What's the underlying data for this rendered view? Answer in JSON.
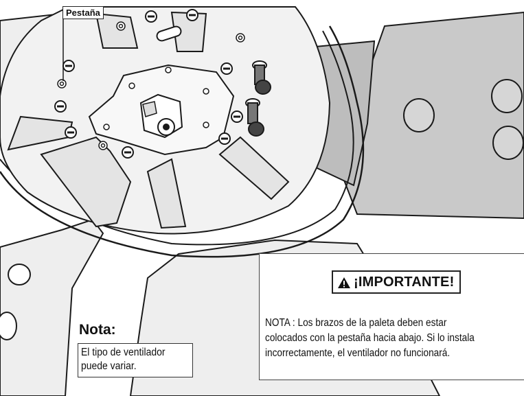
{
  "callout": {
    "label": "Pestaña"
  },
  "notice": {
    "heading": "¡IMPORTANTE!",
    "icon": "warning-icon",
    "lines": [
      "NOTA : Los brazos de la paleta deben estar",
      "colocados con la pestaña hacia abajo. Si lo instala",
      "incorrectamente, el ventilador no funcionará."
    ]
  },
  "note": {
    "heading": "Nota:",
    "lines": [
      "El tipo de ventilador",
      "puede variar."
    ]
  },
  "colors": {
    "line": "#1a1a1a",
    "blade": "#ececec",
    "dark_blade": "#c9c9c9",
    "hub": "#f7f7f7"
  }
}
